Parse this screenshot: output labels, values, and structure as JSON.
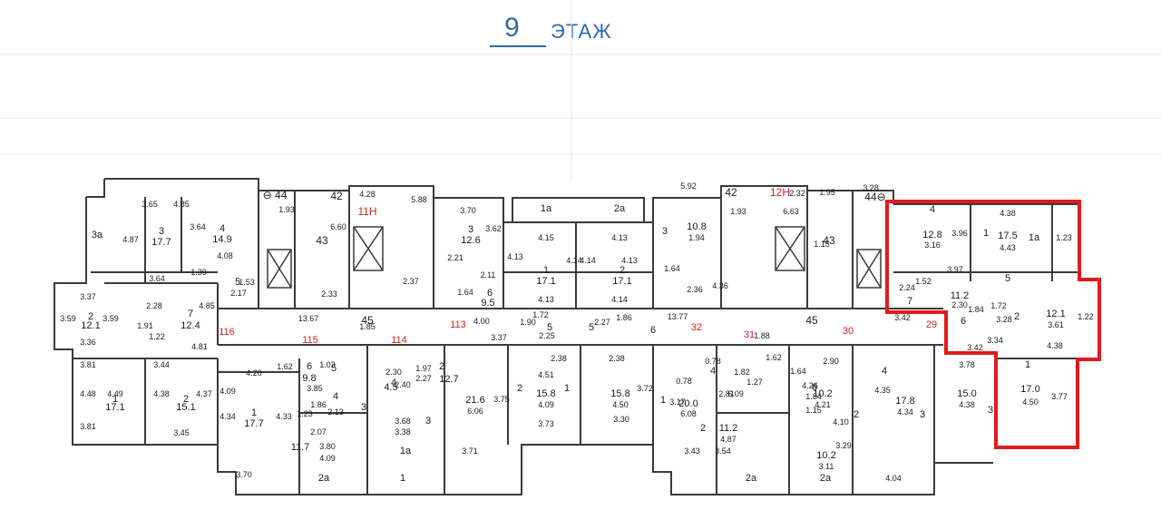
{
  "header": {
    "floor_number": "9",
    "floor_word": "ЭТАЖ"
  },
  "colors": {
    "title": "#2f6aa6",
    "highlight": "#e01b1b",
    "wall": "#3a3a3a",
    "red_label": "#cc2222"
  },
  "plan": {
    "shaft_labels": [
      {
        "id": "s44a",
        "text": "⊖ 44"
      },
      {
        "id": "s42a",
        "text": "42"
      },
      {
        "id": "s11n",
        "text": "11Н"
      },
      {
        "id": "s43a",
        "text": "43"
      },
      {
        "id": "s42b",
        "text": "42"
      },
      {
        "id": "s12n",
        "text": "12Н"
      },
      {
        "id": "s44b",
        "text": "44⊖"
      },
      {
        "id": "s43b",
        "text": "43"
      },
      {
        "id": "s45a",
        "text": "45"
      },
      {
        "id": "s45b",
        "text": "45"
      }
    ],
    "corridor_marks": [
      "116",
      "115",
      "114",
      "113",
      "32",
      "31",
      "30",
      "29"
    ],
    "labels": [
      {
        "t": "3.65"
      },
      {
        "t": "4.85"
      },
      {
        "t": "3а"
      },
      {
        "t": "4.87"
      },
      {
        "t": "3"
      },
      {
        "t": "17.7"
      },
      {
        "t": "3.64"
      },
      {
        "t": "4"
      },
      {
        "t": "14.9"
      },
      {
        "t": "4.08"
      },
      {
        "t": "3.64"
      },
      {
        "t": "1.39"
      },
      {
        "t": "1.93"
      },
      {
        "t": "4.28"
      },
      {
        "t": "5.88"
      },
      {
        "t": "6.60"
      },
      {
        "t": "2.37"
      },
      {
        "t": "2.33"
      },
      {
        "t": "5"
      },
      {
        "t": "2.17"
      },
      {
        "t": "1.53"
      },
      {
        "t": "3.37"
      },
      {
        "t": "3.59"
      },
      {
        "t": "2"
      },
      {
        "t": "12.1"
      },
      {
        "t": "3.59"
      },
      {
        "t": "3.36"
      },
      {
        "t": "2.28"
      },
      {
        "t": "1.91"
      },
      {
        "t": "7"
      },
      {
        "t": "12.4"
      },
      {
        "t": "4.85"
      },
      {
        "t": "1.22"
      },
      {
        "t": "4.81"
      },
      {
        "t": "13.67"
      },
      {
        "t": "1.85"
      },
      {
        "t": "3.70"
      },
      {
        "t": "3"
      },
      {
        "t": "12.6"
      },
      {
        "t": "3.62"
      },
      {
        "t": "2.21"
      },
      {
        "t": "1а"
      },
      {
        "t": "4.15"
      },
      {
        "t": "2а"
      },
      {
        "t": "4.13"
      },
      {
        "t": "4.13"
      },
      {
        "t": "1"
      },
      {
        "t": "17.1"
      },
      {
        "t": "4.14"
      },
      {
        "t": "4.14"
      },
      {
        "t": "2"
      },
      {
        "t": "17.1"
      },
      {
        "t": "4.13"
      },
      {
        "t": "2.11"
      },
      {
        "t": "1.64"
      },
      {
        "t": "6"
      },
      {
        "t": "9.5"
      },
      {
        "t": "4.13"
      },
      {
        "t": "4.14"
      },
      {
        "t": "4.00"
      },
      {
        "t": "1.90"
      },
      {
        "t": "1.72"
      },
      {
        "t": "2.27"
      },
      {
        "t": "1.86"
      },
      {
        "t": "3.37"
      },
      {
        "t": "5"
      },
      {
        "t": "5"
      },
      {
        "t": "6"
      },
      {
        "t": "2.25"
      },
      {
        "t": "2.38"
      },
      {
        "t": "2.38"
      },
      {
        "t": "3.81"
      },
      {
        "t": "3.44"
      },
      {
        "t": "4.48"
      },
      {
        "t": "1"
      },
      {
        "t": "17.1"
      },
      {
        "t": "4.49"
      },
      {
        "t": "4.38"
      },
      {
        "t": "2"
      },
      {
        "t": "15.1"
      },
      {
        "t": "4.37"
      },
      {
        "t": "3.81"
      },
      {
        "t": "3.45"
      },
      {
        "t": "4.20"
      },
      {
        "t": "1.62"
      },
      {
        "t": "6"
      },
      {
        "t": "9.8"
      },
      {
        "t": "4.09"
      },
      {
        "t": "4.34"
      },
      {
        "t": "1"
      },
      {
        "t": "17.7"
      },
      {
        "t": "4.33"
      },
      {
        "t": "1.03"
      },
      {
        "t": "5"
      },
      {
        "t": "3.85"
      },
      {
        "t": "4"
      },
      {
        "t": "2.13"
      },
      {
        "t": "1.23"
      },
      {
        "t": "1.86"
      },
      {
        "t": "2.07"
      },
      {
        "t": "3"
      },
      {
        "t": "2.30"
      },
      {
        "t": "4"
      },
      {
        "t": "4.5"
      },
      {
        "t": "1.97"
      },
      {
        "t": "2.27"
      },
      {
        "t": "2.40"
      },
      {
        "t": "2"
      },
      {
        "t": "12.7"
      },
      {
        "t": "3.68"
      },
      {
        "t": "3.38"
      },
      {
        "t": "3"
      },
      {
        "t": "11.7"
      },
      {
        "t": "3.80"
      },
      {
        "t": "4.09"
      },
      {
        "t": "1а"
      },
      {
        "t": "3.70"
      },
      {
        "t": "2а"
      },
      {
        "t": "1"
      },
      {
        "t": "21.6"
      },
      {
        "t": "6.06"
      },
      {
        "t": "3.75"
      },
      {
        "t": "3.71"
      },
      {
        "t": "4.51"
      },
      {
        "t": "2"
      },
      {
        "t": "15.8"
      },
      {
        "t": "4.09"
      },
      {
        "t": "1"
      },
      {
        "t": "15.8"
      },
      {
        "t": "4.50"
      },
      {
        "t": "3.72"
      },
      {
        "t": "3.73"
      },
      {
        "t": "3.30"
      },
      {
        "t": "5.92"
      },
      {
        "t": "1.93"
      },
      {
        "t": "2.32"
      },
      {
        "t": "1.95"
      },
      {
        "t": "3.28"
      },
      {
        "t": "3"
      },
      {
        "t": "10.8"
      },
      {
        "t": "1.94"
      },
      {
        "t": "6.63"
      },
      {
        "t": "1.15"
      },
      {
        "t": "1.64"
      },
      {
        "t": "2.36"
      },
      {
        "t": "4.36"
      },
      {
        "t": "13.77"
      },
      {
        "t": "1.88"
      },
      {
        "t": "3.42"
      },
      {
        "t": "0.78"
      },
      {
        "t": "0.78"
      },
      {
        "t": "4"
      },
      {
        "t": "2.81"
      },
      {
        "t": "1.82"
      },
      {
        "t": "1.27"
      },
      {
        "t": "6.09"
      },
      {
        "t": "1"
      },
      {
        "t": "20.0"
      },
      {
        "t": "6.08"
      },
      {
        "t": "3.17"
      },
      {
        "t": "2"
      },
      {
        "t": "11.2"
      },
      {
        "t": "4.87"
      },
      {
        "t": "3.43"
      },
      {
        "t": "3.54"
      },
      {
        "t": "2а"
      },
      {
        "t": "1.62"
      },
      {
        "t": "2.90"
      },
      {
        "t": "1.64"
      },
      {
        "t": "4.26"
      },
      {
        "t": "6"
      },
      {
        "t": "10.2"
      },
      {
        "t": "4.21"
      },
      {
        "t": "4"
      },
      {
        "t": "1.84"
      },
      {
        "t": "1.15"
      },
      {
        "t": "4.10"
      },
      {
        "t": "4.35"
      },
      {
        "t": "2"
      },
      {
        "t": "17.8"
      },
      {
        "t": "4.34"
      },
      {
        "t": "3"
      },
      {
        "t": "10.2"
      },
      {
        "t": "3.11"
      },
      {
        "t": "3.29"
      },
      {
        "t": "2а"
      },
      {
        "t": "4.04"
      },
      {
        "t": "4"
      },
      {
        "t": "12.8"
      },
      {
        "t": "3.16"
      },
      {
        "t": "3.96"
      },
      {
        "t": "4.38"
      },
      {
        "t": "1"
      },
      {
        "t": "17.5"
      },
      {
        "t": "4.43"
      },
      {
        "t": "1а"
      },
      {
        "t": "1.23"
      },
      {
        "t": "3.97"
      },
      {
        "t": "5"
      },
      {
        "t": "1.52"
      },
      {
        "t": "2.24"
      },
      {
        "t": "7"
      },
      {
        "t": "11.2"
      },
      {
        "t": "2.30"
      },
      {
        "t": "1.84"
      },
      {
        "t": "6"
      },
      {
        "t": "1.72"
      },
      {
        "t": "3.28"
      },
      {
        "t": "2"
      },
      {
        "t": "12.1"
      },
      {
        "t": "3.61"
      },
      {
        "t": "1.22"
      },
      {
        "t": "3.34"
      },
      {
        "t": "4.38"
      },
      {
        "t": "3.42"
      },
      {
        "t": "3.78"
      },
      {
        "t": "1"
      },
      {
        "t": "15.0"
      },
      {
        "t": "4.38"
      },
      {
        "t": "3"
      },
      {
        "t": "17.0"
      },
      {
        "t": "4.50"
      },
      {
        "t": "3.77"
      }
    ]
  }
}
